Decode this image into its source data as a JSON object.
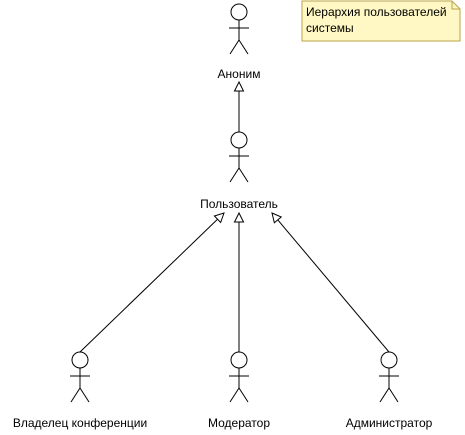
{
  "note": {
    "lines": [
      "Иерархия пользователей",
      "системы"
    ]
  },
  "actors": [
    {
      "id": "anonym",
      "label": "Аноним"
    },
    {
      "id": "user",
      "label": "Пользователь"
    },
    {
      "id": "owner",
      "label": "Владелец конференции"
    },
    {
      "id": "moderator",
      "label": "Модератор"
    },
    {
      "id": "admin",
      "label": "Администратор"
    }
  ],
  "generalizations": [
    {
      "from": "user",
      "to": "anonym"
    },
    {
      "from": "owner",
      "to": "user"
    },
    {
      "from": "moderator",
      "to": "user"
    },
    {
      "from": "admin",
      "to": "user"
    }
  ],
  "colors": {
    "note_fill": "#fff8c4",
    "note_border": "#b8a34a",
    "stroke": "#000000"
  }
}
